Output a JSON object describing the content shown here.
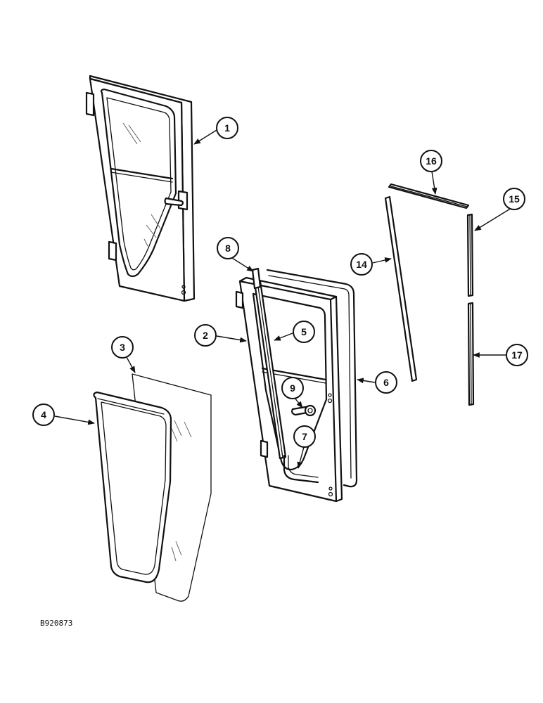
{
  "callouts": {
    "c1": "1",
    "c2": "2",
    "c3": "3",
    "c4": "4",
    "c5": "5",
    "c6": "6",
    "c7": "7",
    "c8": "8",
    "c9": "9",
    "c14": "14",
    "c15": "15",
    "c16": "16",
    "c17": "17"
  },
  "figure_code": "B920873"
}
